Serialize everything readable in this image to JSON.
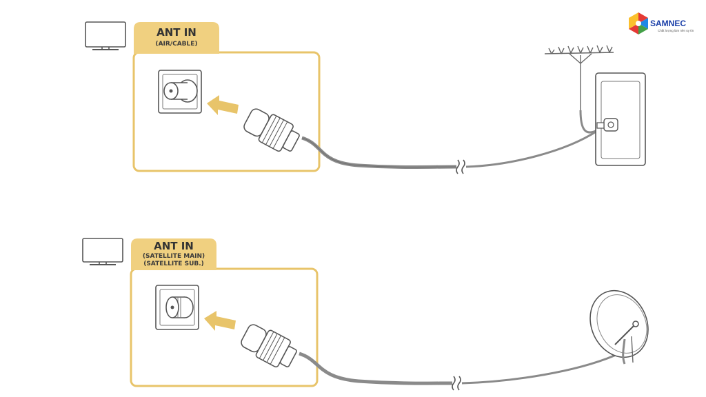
{
  "logo": {
    "brand_name": "SAMNEC",
    "slogan": "Chất lượng làm nên uy tín",
    "colors": [
      "#e53935",
      "#fbc02d",
      "#1e88e5",
      "#43a047"
    ],
    "text_color": "#1a3fa8"
  },
  "colors": {
    "accent": "#e8c46a",
    "accent_fill": "#f0d080",
    "line": "#555555",
    "cable": "#8a8a8a"
  },
  "panels": [
    {
      "title": "ANT IN",
      "subtitle_lines": [
        "(AIR/CABLE)"
      ],
      "tv_icon": "tv-icon",
      "source_icon": "antenna-wall-outlet-icon"
    },
    {
      "title": "ANT IN",
      "subtitle_lines": [
        "(SATELLITE MAIN)",
        "(SATELLITE SUB.)"
      ],
      "tv_icon": "tv-icon",
      "source_icon": "satellite-dish-icon"
    }
  ]
}
